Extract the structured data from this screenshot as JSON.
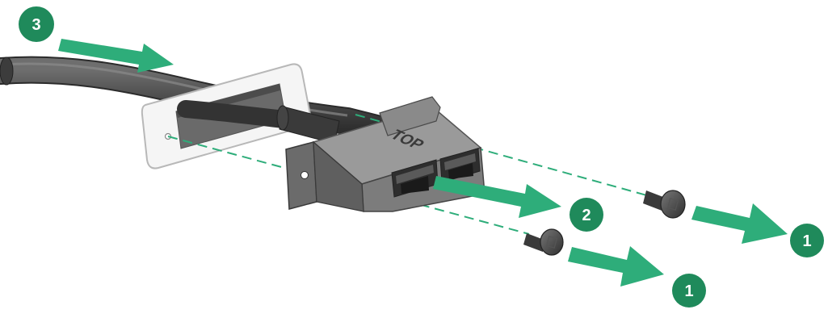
{
  "diagram": {
    "engraved_label": "TOP",
    "accent_color": "#2ead7a",
    "step_circle_color": "#1f8a5b",
    "steps": [
      {
        "id": "step-3",
        "label": "3"
      },
      {
        "id": "step-2",
        "label": "2"
      },
      {
        "id": "step-1-right",
        "label": "1"
      },
      {
        "id": "step-1-bottom",
        "label": "1"
      }
    ],
    "parts": [
      "cable",
      "bezel-opening",
      "connector-bracket",
      "screw-upper",
      "screw-lower"
    ]
  }
}
